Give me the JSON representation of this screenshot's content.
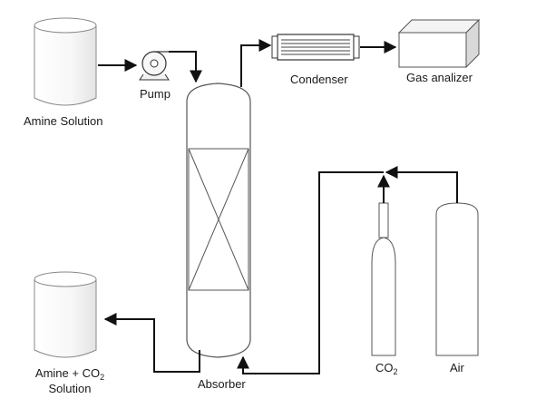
{
  "labels": {
    "amine_solution": "Amine Solution",
    "pump": "Pump",
    "condenser": "Condenser",
    "gas_analyzer": "Gas analizer",
    "absorber": "Absorber",
    "amine_co2_prefix": "Amine + CO",
    "amine_co2_sub": "2",
    "amine_co2_line2": "Solution",
    "co2_prefix": "CO",
    "co2_sub": "2",
    "air": "Air"
  }
}
